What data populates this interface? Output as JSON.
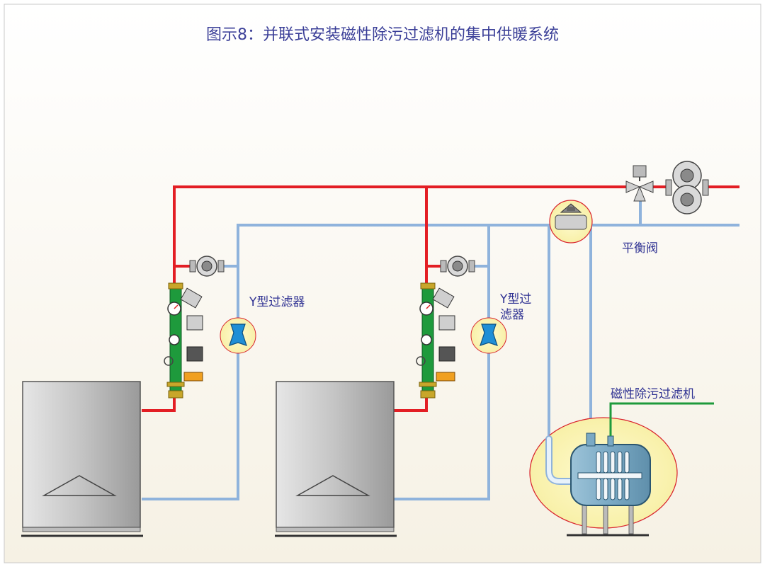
{
  "title": "图示8：并联式安装磁性除污过滤机的集中供暖系统",
  "labels": {
    "y_strainer_1": "Y型过滤器",
    "y_strainer_2": "Y型过滤器",
    "balance_valve": "平衡阀",
    "magnetic_filter": "磁性除污过滤机"
  },
  "colors": {
    "supply_pipe": "#e31e24",
    "return_pipe": "#8fb3dc",
    "valve_group": "#1e9a3c",
    "highlight_fill": "#fbf5b4",
    "highlight_ring": "#d9232d",
    "signal_line": "#1e9a3c",
    "label_text": "#2e3192"
  }
}
